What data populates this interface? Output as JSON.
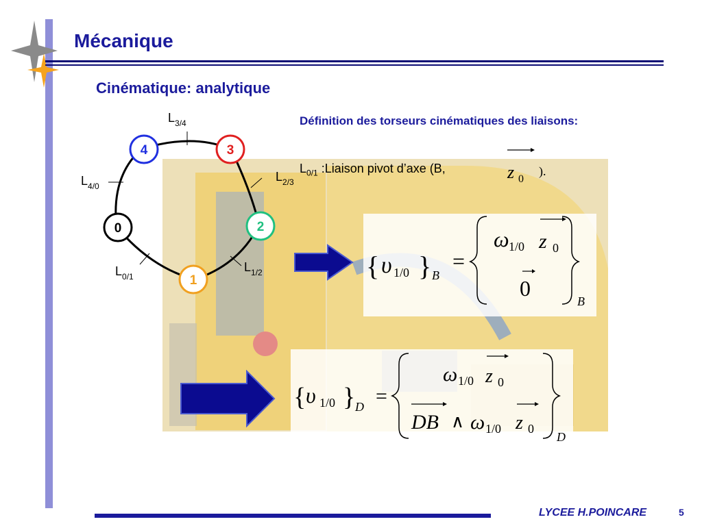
{
  "header": {
    "title": "Mécanique",
    "subtitle": "Cinématique: analytique"
  },
  "definition": {
    "text": "Définition des torseurs cinématiques des liaisons:"
  },
  "liaison_line": {
    "L": "L",
    "sub": "0/1",
    "text": " :Liaison pivot d’axe (B,",
    "axis": "z",
    "axis_sub": "0",
    "close": ")."
  },
  "graph": {
    "nodes": [
      {
        "label": "0",
        "color": "#000000"
      },
      {
        "label": "1",
        "color": "#f0a020"
      },
      {
        "label": "2",
        "color": "#20c080"
      },
      {
        "label": "3",
        "color": "#e02020"
      },
      {
        "label": "4",
        "color": "#2030e0"
      }
    ],
    "links": [
      {
        "L": "L",
        "sub": "0/1"
      },
      {
        "L": "L",
        "sub": "1/2"
      },
      {
        "L": "L",
        "sub": "2/3"
      },
      {
        "L": "L",
        "sub": "3/4"
      },
      {
        "L": "L",
        "sub": "4/0"
      }
    ]
  },
  "equation_B": {
    "upsilon": "υ",
    "sub": "1/0",
    "point": "B",
    "eq": "=",
    "omega": "ω",
    "omega_sub": "1/0",
    "z": "z",
    "z_sub": "0",
    "zero": "0"
  },
  "equation_D": {
    "upsilon": "υ",
    "sub": "1/0",
    "point": "D",
    "eq": "=",
    "omega": "ω",
    "omega_sub": "1/0",
    "z": "z",
    "z_sub": "0",
    "DB": "DB",
    "wedge": "∧"
  },
  "footer": {
    "school": "LYCEE H.POINCARE",
    "page": "5"
  },
  "colors": {
    "title": "#1b1b9c",
    "arrow": "#0b0b90",
    "sidebar": "#8f8fd8"
  }
}
